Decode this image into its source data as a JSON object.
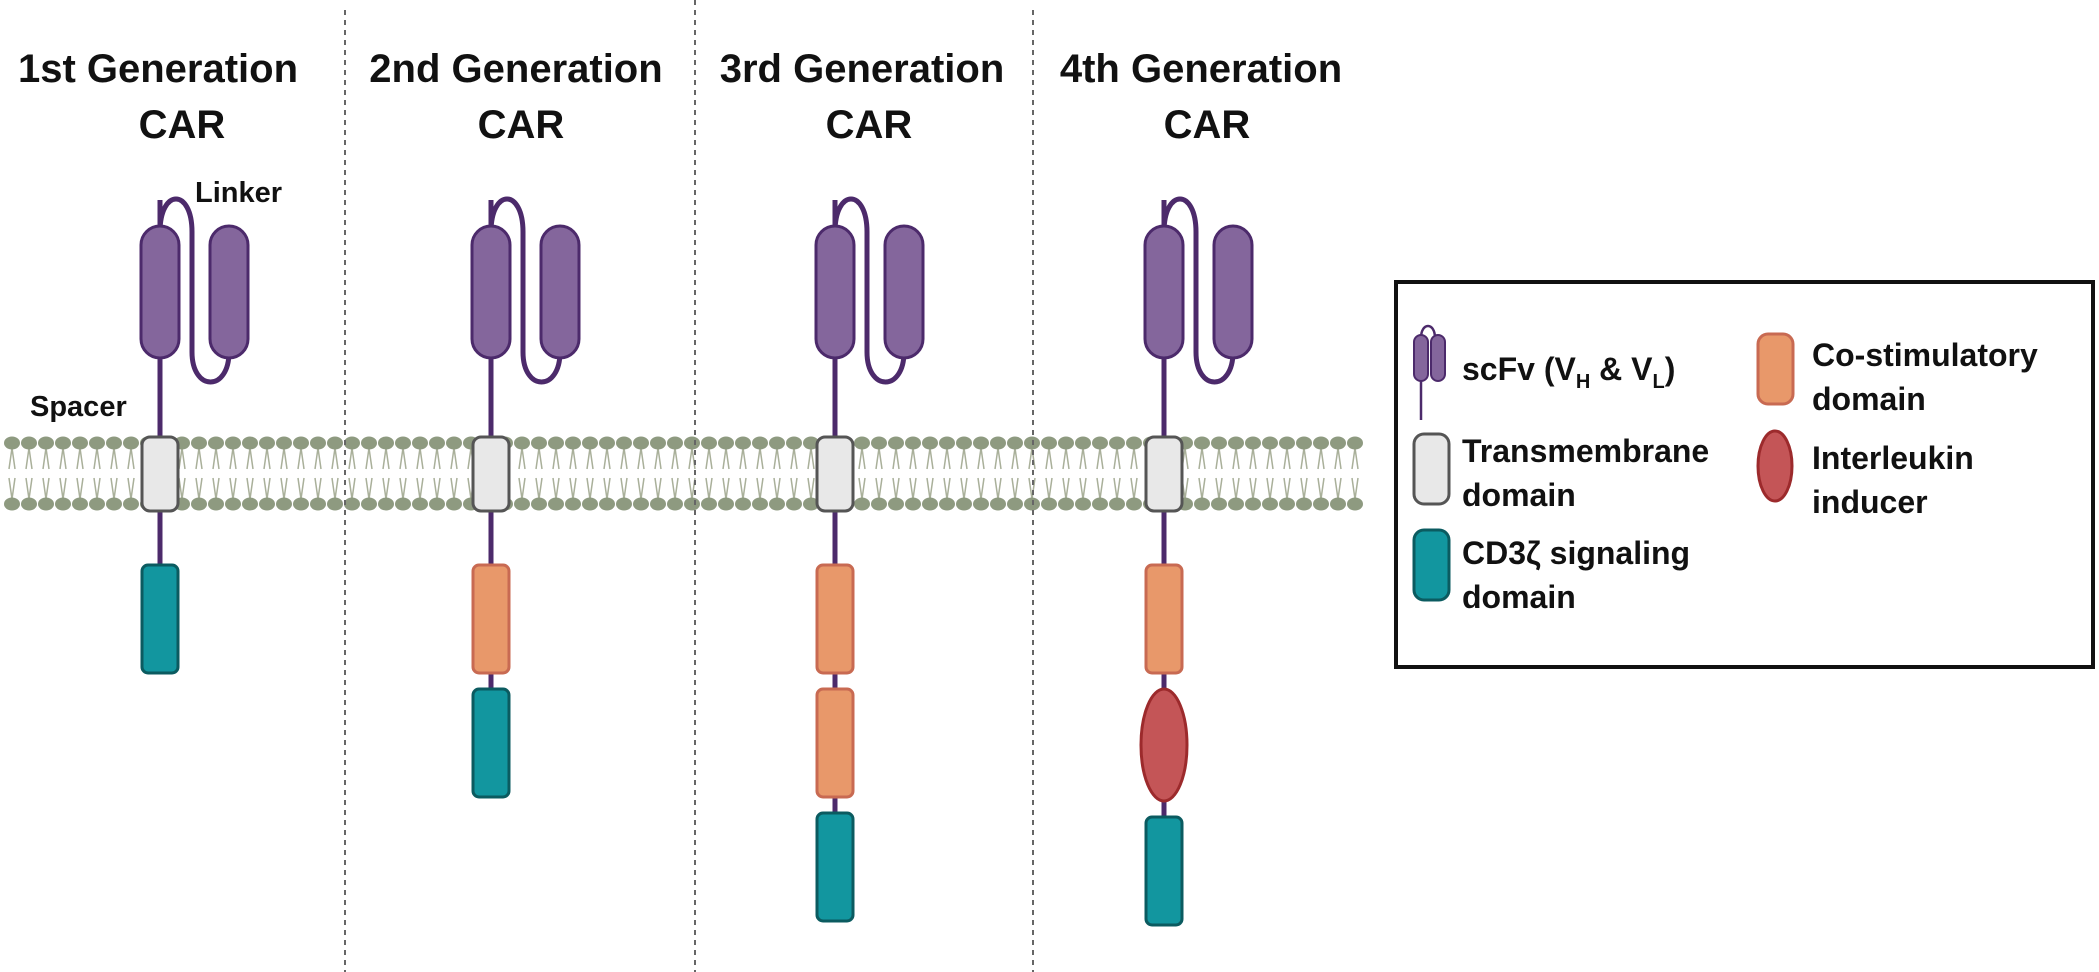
{
  "generations": [
    {
      "title_line1": "1st Generation",
      "title_line2": "CAR",
      "domains": [
        "cd3z"
      ]
    },
    {
      "title_line1": "2nd Generation",
      "title_line2": "CAR",
      "domains": [
        "costim",
        "cd3z"
      ]
    },
    {
      "title_line1": "3rd Generation",
      "title_line2": "CAR",
      "domains": [
        "costim",
        "costim",
        "cd3z"
      ]
    },
    {
      "title_line1": "4th Generation",
      "title_line2": "CAR",
      "domains": [
        "costim",
        "interleukin",
        "cd3z"
      ]
    }
  ],
  "annotations": {
    "linker": "Linker",
    "spacer": "Spacer"
  },
  "legend": {
    "scfv": {
      "label": "scFv (V",
      "sub_h": "H",
      "amp": " & V",
      "sub_l": "L",
      "close": ")"
    },
    "transmembrane": {
      "line1": "Transmembrane",
      "line2": "domain"
    },
    "cd3z": {
      "line1": "CD3ζ signaling",
      "line2": "domain"
    },
    "costim": {
      "line1": "Co-stimulatory",
      "line2": "domain"
    },
    "interleukin": {
      "line1": "Interleukin",
      "line2": "inducer"
    }
  },
  "colors": {
    "scfv": "#84669c",
    "scfv_stroke": "#4c2a6b",
    "tm": "#e8e8e8",
    "tm_stroke": "#555555",
    "cd3z": "#12969f",
    "cd3z_stroke": "#0b5b60",
    "costim": "#e8986a",
    "costim_stroke": "#c86a52",
    "interleukin": "#c45557",
    "interleukin_stroke": "#9c2a2c",
    "membrane": "#8e9a80",
    "membrane_tail": "#a9b09a",
    "stalk": "#4c2a6b"
  }
}
